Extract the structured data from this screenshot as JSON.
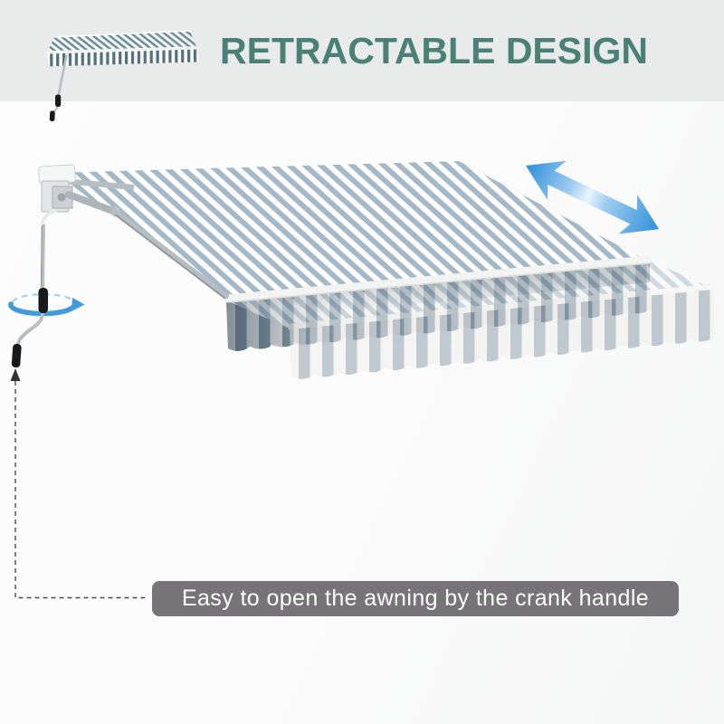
{
  "header": {
    "title": "RETRACTABLE DESIGN"
  },
  "caption": {
    "text": "Easy to open the awning by the crank handle"
  },
  "icons": {
    "thumbnail": "retracted-awning-icon",
    "extend_arrow": "extend-retract-arrow-icon",
    "crank_rotation": "crank-rotation-arrow-icon",
    "crank_handle": "crank-handle-icon",
    "pointer": "dashed-pointer-line"
  },
  "colors": {
    "page_bg": "#fbfbfb",
    "header_bg": "#e9eaea",
    "title_green": "#4a8076",
    "caption_bg": "#767476",
    "caption_text": "#ffffff",
    "canopy_stripe": "#a3b9c7",
    "canopy_white": "#fdfdfc",
    "valance_gray": "#8395a2",
    "valance_white": "#efeeec",
    "valance_shadow": "#2c4254",
    "thumb_stripe": "#6d8fa0",
    "thumb_valance": "#52707f",
    "metal": "#b7bdc0",
    "metal_light": "#e9ebeb",
    "arrow_blue": "#2e8fdb",
    "arrow_light": "#eaf5fd",
    "swirl_blue": "#3f9bdc",
    "grip_black": "#17191b",
    "dash_color": "#4a4a4a"
  }
}
